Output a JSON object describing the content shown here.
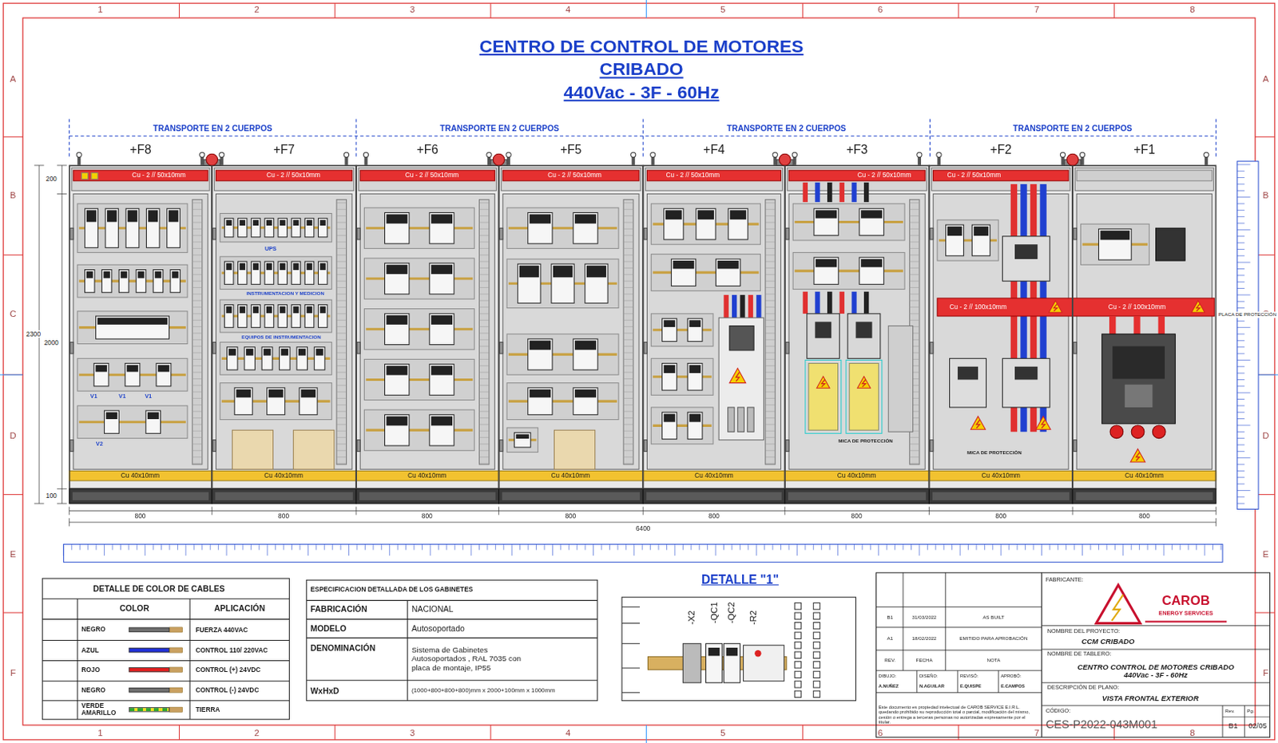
{
  "diagram": {
    "title": "CENTRO DE CONTROL DE MOTORES",
    "nodes": [
      {
        "text": [
          "+F8"
        ]
      },
      {
        "text": [
          "+F7"
        ]
      },
      {
        "text": [
          "+F6"
        ]
      },
      {
        "text": [
          "+F5"
        ]
      },
      {
        "text": [
          "+F4"
        ]
      },
      {
        "text": [
          "+F3"
        ]
      },
      {
        "text": [
          "+F2"
        ]
      },
      {
        "text": [
          "+F1"
        ]
      }
    ],
    "labels": [
      "CRIBADO",
      "440Vac - 3F - 60Hz",
      "TRANSPORTE EN 2 CUERPOS",
      "TRANSPORTE EN 2 CUERPOS",
      "TRANSPORTE EN 2 CUERPOS",
      "TRANSPORTE EN 2 CUERPOS",
      "1",
      "2",
      "3",
      "4",
      "5",
      "6",
      "7",
      "8",
      "1",
      "2",
      "3",
      "4",
      "5",
      "6",
      "7",
      "8",
      "A",
      "B",
      "C",
      "D",
      "E",
      "F",
      "A",
      "B",
      "C",
      "D",
      "E",
      "F",
      "200",
      "2300",
      "2000",
      "100",
      "800",
      "800",
      "800",
      "800",
      "800",
      "800",
      "800",
      "800",
      "6400",
      "Cu - 2 // 50x10mm",
      "Cu - 2 // 50x10mm",
      "Cu - 2 // 50x10mm",
      "Cu - 2 // 50x10mm",
      "Cu - 2 // 50x10mm",
      "Cu - 2 // 50x10mm",
      "Cu - 2 // 50x10mm",
      "Cu 40x10mm",
      "Cu 40x10mm",
      "Cu 40x10mm",
      "Cu 40x10mm",
      "Cu 40x10mm",
      "Cu 40x10mm",
      "Cu 40x10mm",
      "Cu 40x10mm",
      "Cu - 2 // 100x10mm",
      "Cu - 2 // 100x10mm",
      "MICA DE PROTECCIÓN",
      "MICA DE PROTECCIÓN",
      "PLACA DE PROTECCIÓN",
      "UPS",
      "INSTRUMENTACION Y MEDICION",
      "EQUIPOS DE INSTRUMENTACION",
      "V1",
      "V1",
      "V1",
      "V2",
      "DETALLE DE COLOR DE CABLES",
      "COLOR",
      "APLICACIÓN",
      "NEGRO",
      "AZUL",
      "ROJO",
      "NEGRO",
      "VERDE AMARILLO",
      "ESPECIFICACION DETALLADA DE LOS GABINETES",
      "FABRICACIÓN",
      "NACIONAL",
      "MODELO",
      "Autosoportado",
      "DENOMINACIÓN",
      "Sistema de Gabinetes Autosoportados , RAL 7035 con placa de montaje, IP55",
      "WxHxD",
      "(1000+800+800+800)mm x 2000+100mm x 1000mm",
      "DETALLE \"1\"",
      "-X2",
      "-QC1",
      "-QC2",
      "-R2",
      "B1",
      "31/03/2022",
      "AS BUILT",
      "A1",
      "18/02/2022",
      "EMITIDO PARA APROBACIÓN",
      "REV.",
      "FECHA",
      "NOTA",
      "DIBUJO:",
      "A.NUÑEZ",
      "DISEÑO:",
      "N.AGUILAR",
      "REVISÓ:",
      "E.QUISPE",
      "APROBÓ:",
      "E.CAMPOS",
      "Este documento es propiedad intelectual de CAROB SERVICE E.I.R.L. quedando prohibido su reproducción total o parcial, modificación del mismo, cesión o entrega a terceras personas no autorizadas expresamente por el titular.",
      "FABRICANTE:",
      "CAROB",
      "ENERGY SERVICES",
      "NOMBRE DEL PROYECTO:",
      "CCM CRIBADO",
      "NOMBRE DE TABLERO:",
      "CENTRO CONTROL DE MOTORES CRIBADO 440Vac - 3F - 60Hz",
      "DESCRIPCIÓN DE PLANO:",
      "VISTA FRONTAL EXTERIOR",
      "CÓDIGO:",
      "CES-P2022-043M001",
      "Rev.",
      "B1",
      "Pg.",
      "02/05"
    ],
    "legend": [
      {
        "text": "FUERZA 440VAC",
        "color": "#6e6e6e"
      },
      {
        "text": "CONTROL 110/ 220VAC",
        "color": "#1f2fd6"
      },
      {
        "text": "CONTROL (+) 24VDC",
        "color": "#e02020"
      },
      {
        "text": "CONTROL (-) 24VDC",
        "color": "#6e6e6e"
      },
      {
        "text": "TIERRA"
      }
    ]
  }
}
